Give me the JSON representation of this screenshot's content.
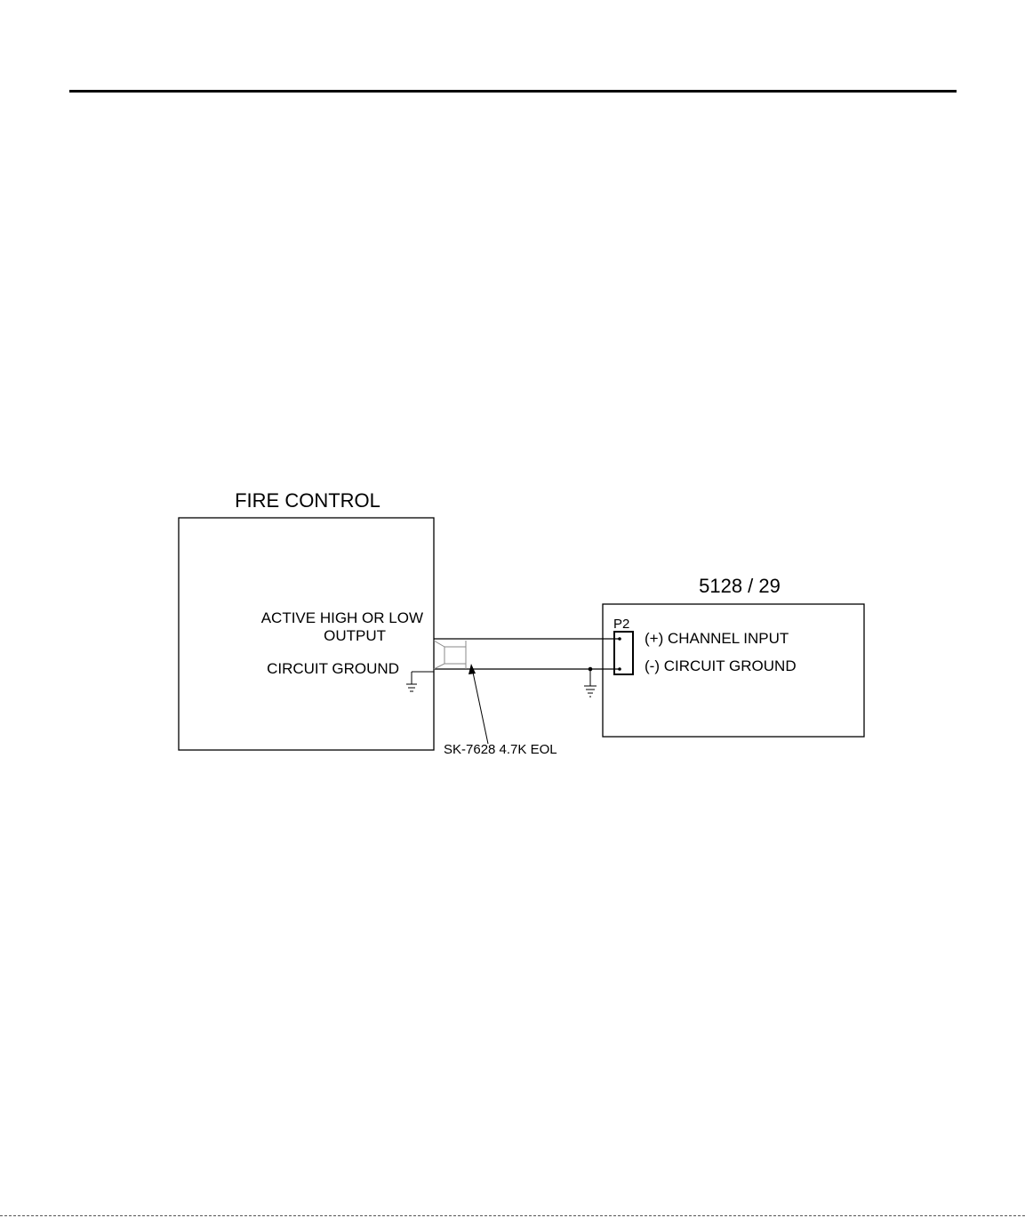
{
  "diagram": {
    "fire_control": {
      "title": "FIRE CONTROL",
      "output_line1": "ACTIVE HIGH OR LOW",
      "output_line2": "OUTPUT",
      "ground_label": "CIRCUIT GROUND"
    },
    "module": {
      "title": "5128 / 29",
      "connector": "P2",
      "pin_plus": "(+) CHANNEL INPUT",
      "pin_minus": "(-) CIRCUIT GROUND"
    },
    "resistor_label": "SK-7628 4.7K EOL"
  }
}
